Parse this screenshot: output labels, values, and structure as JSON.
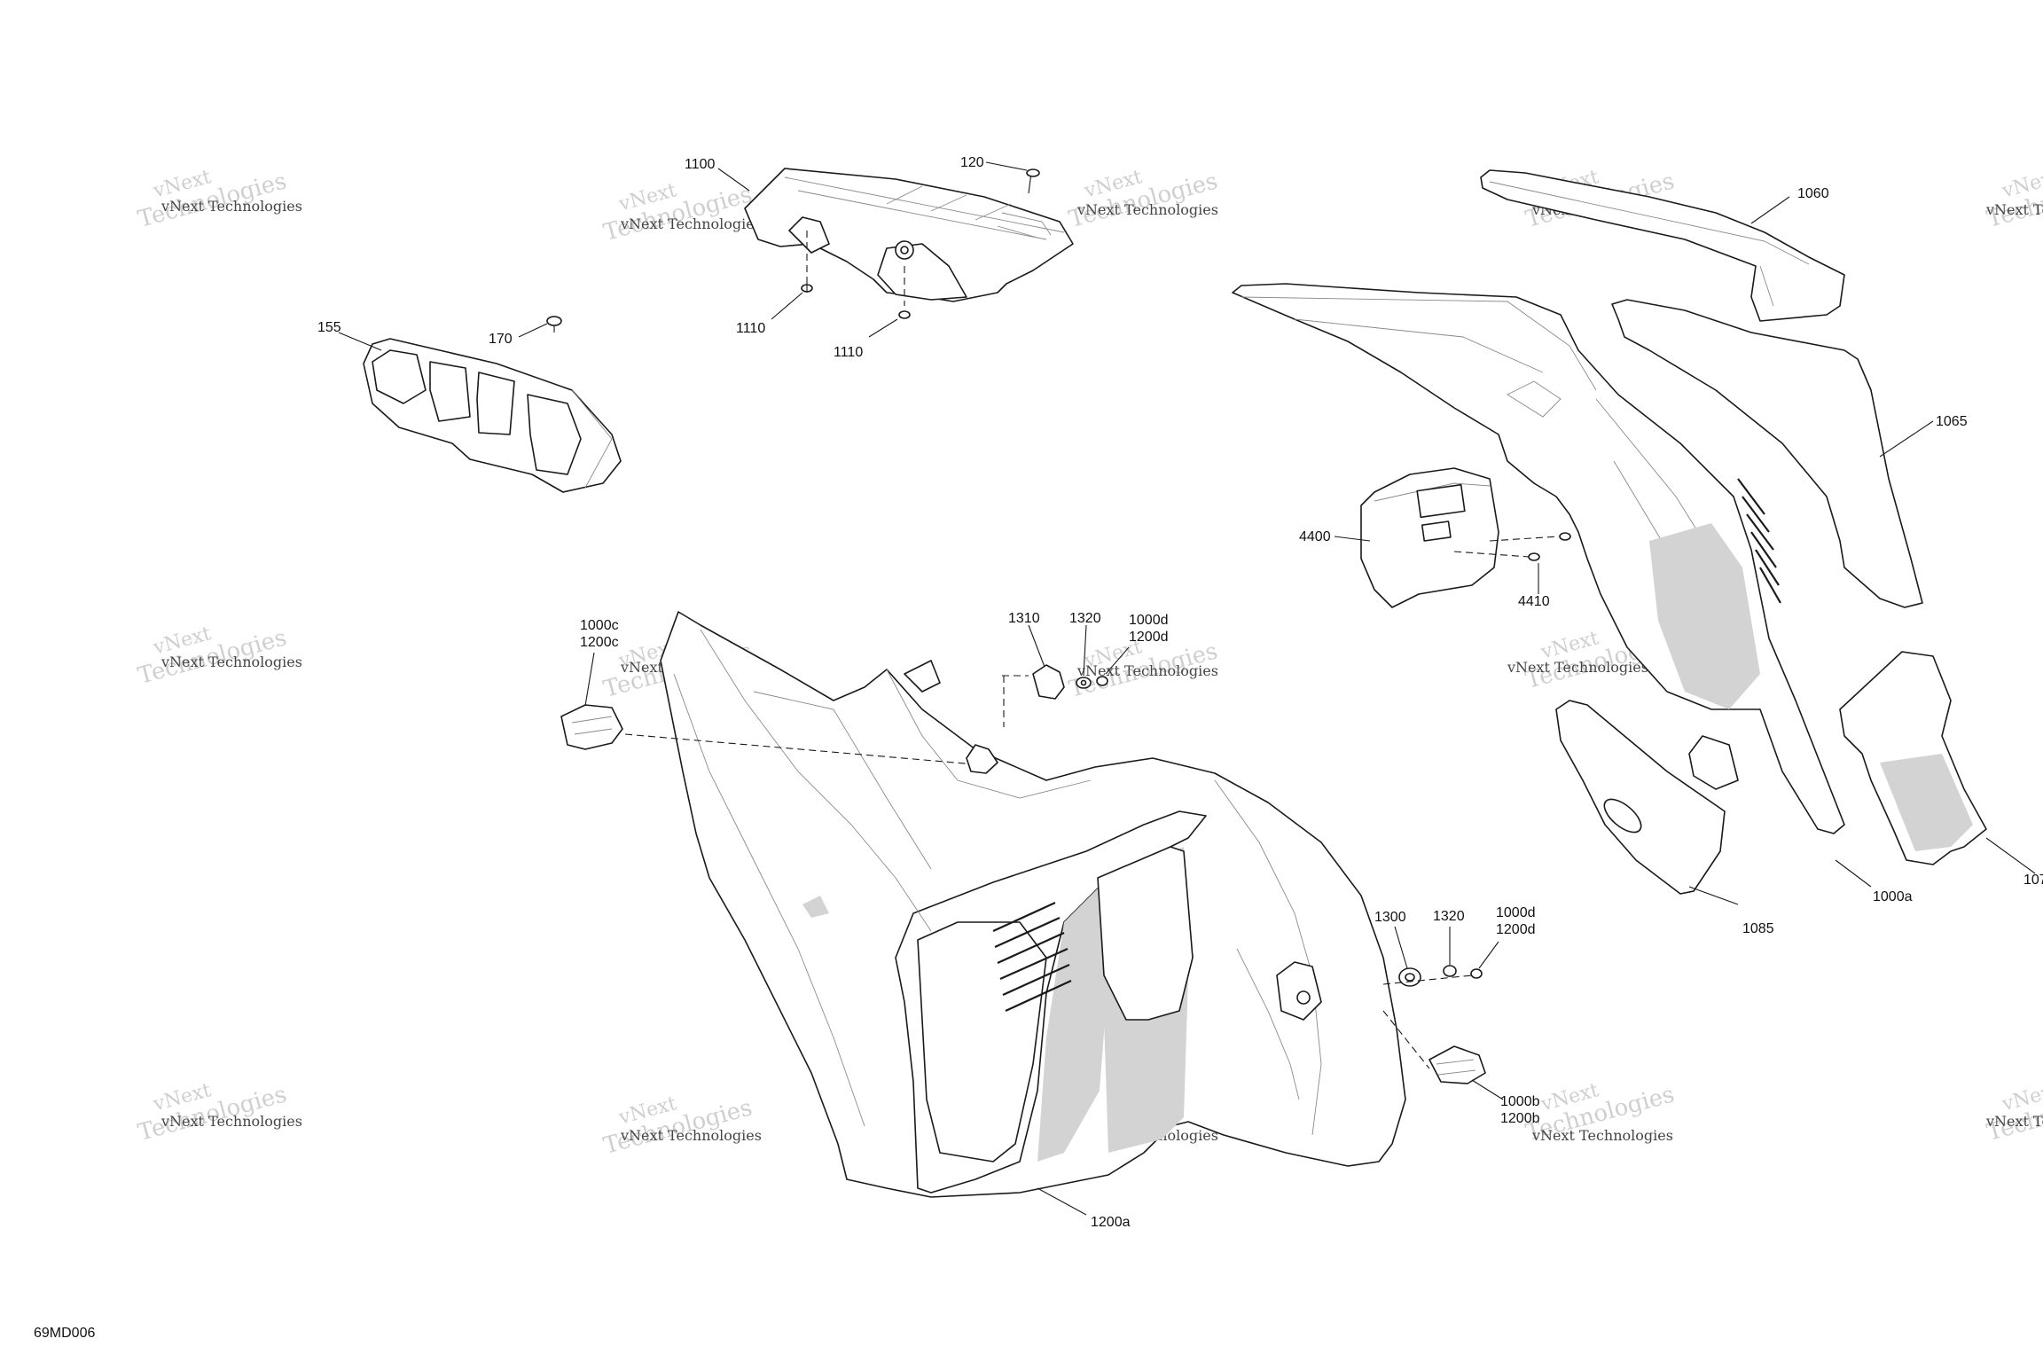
{
  "diagram_id": "69MD006",
  "watermark": {
    "line1": "vNext Technologies",
    "line2": "vNext",
    "line3": "Technologies"
  },
  "callouts": {
    "c1100": "1100",
    "c120": "120",
    "c1110a": "1110",
    "c1110b": "1110",
    "c155": "155",
    "c170": "170",
    "c1060": "1060",
    "c1065": "1065",
    "c4400": "4400",
    "c4410": "4410",
    "c1000c": "1000c",
    "c1200c": "1200c",
    "c1310": "1310",
    "c1320a": "1320",
    "c1000d_a": "1000d",
    "c1200d_a": "1200d",
    "c1300": "1300",
    "c1320b": "1320",
    "c1000d_b": "1000d",
    "c1200d_b": "1200d",
    "c1000b": "1000b",
    "c1200b": "1200b",
    "c1000a": "1000a",
    "c1085": "1085",
    "c107": "107",
    "c1200a": "1200a"
  }
}
